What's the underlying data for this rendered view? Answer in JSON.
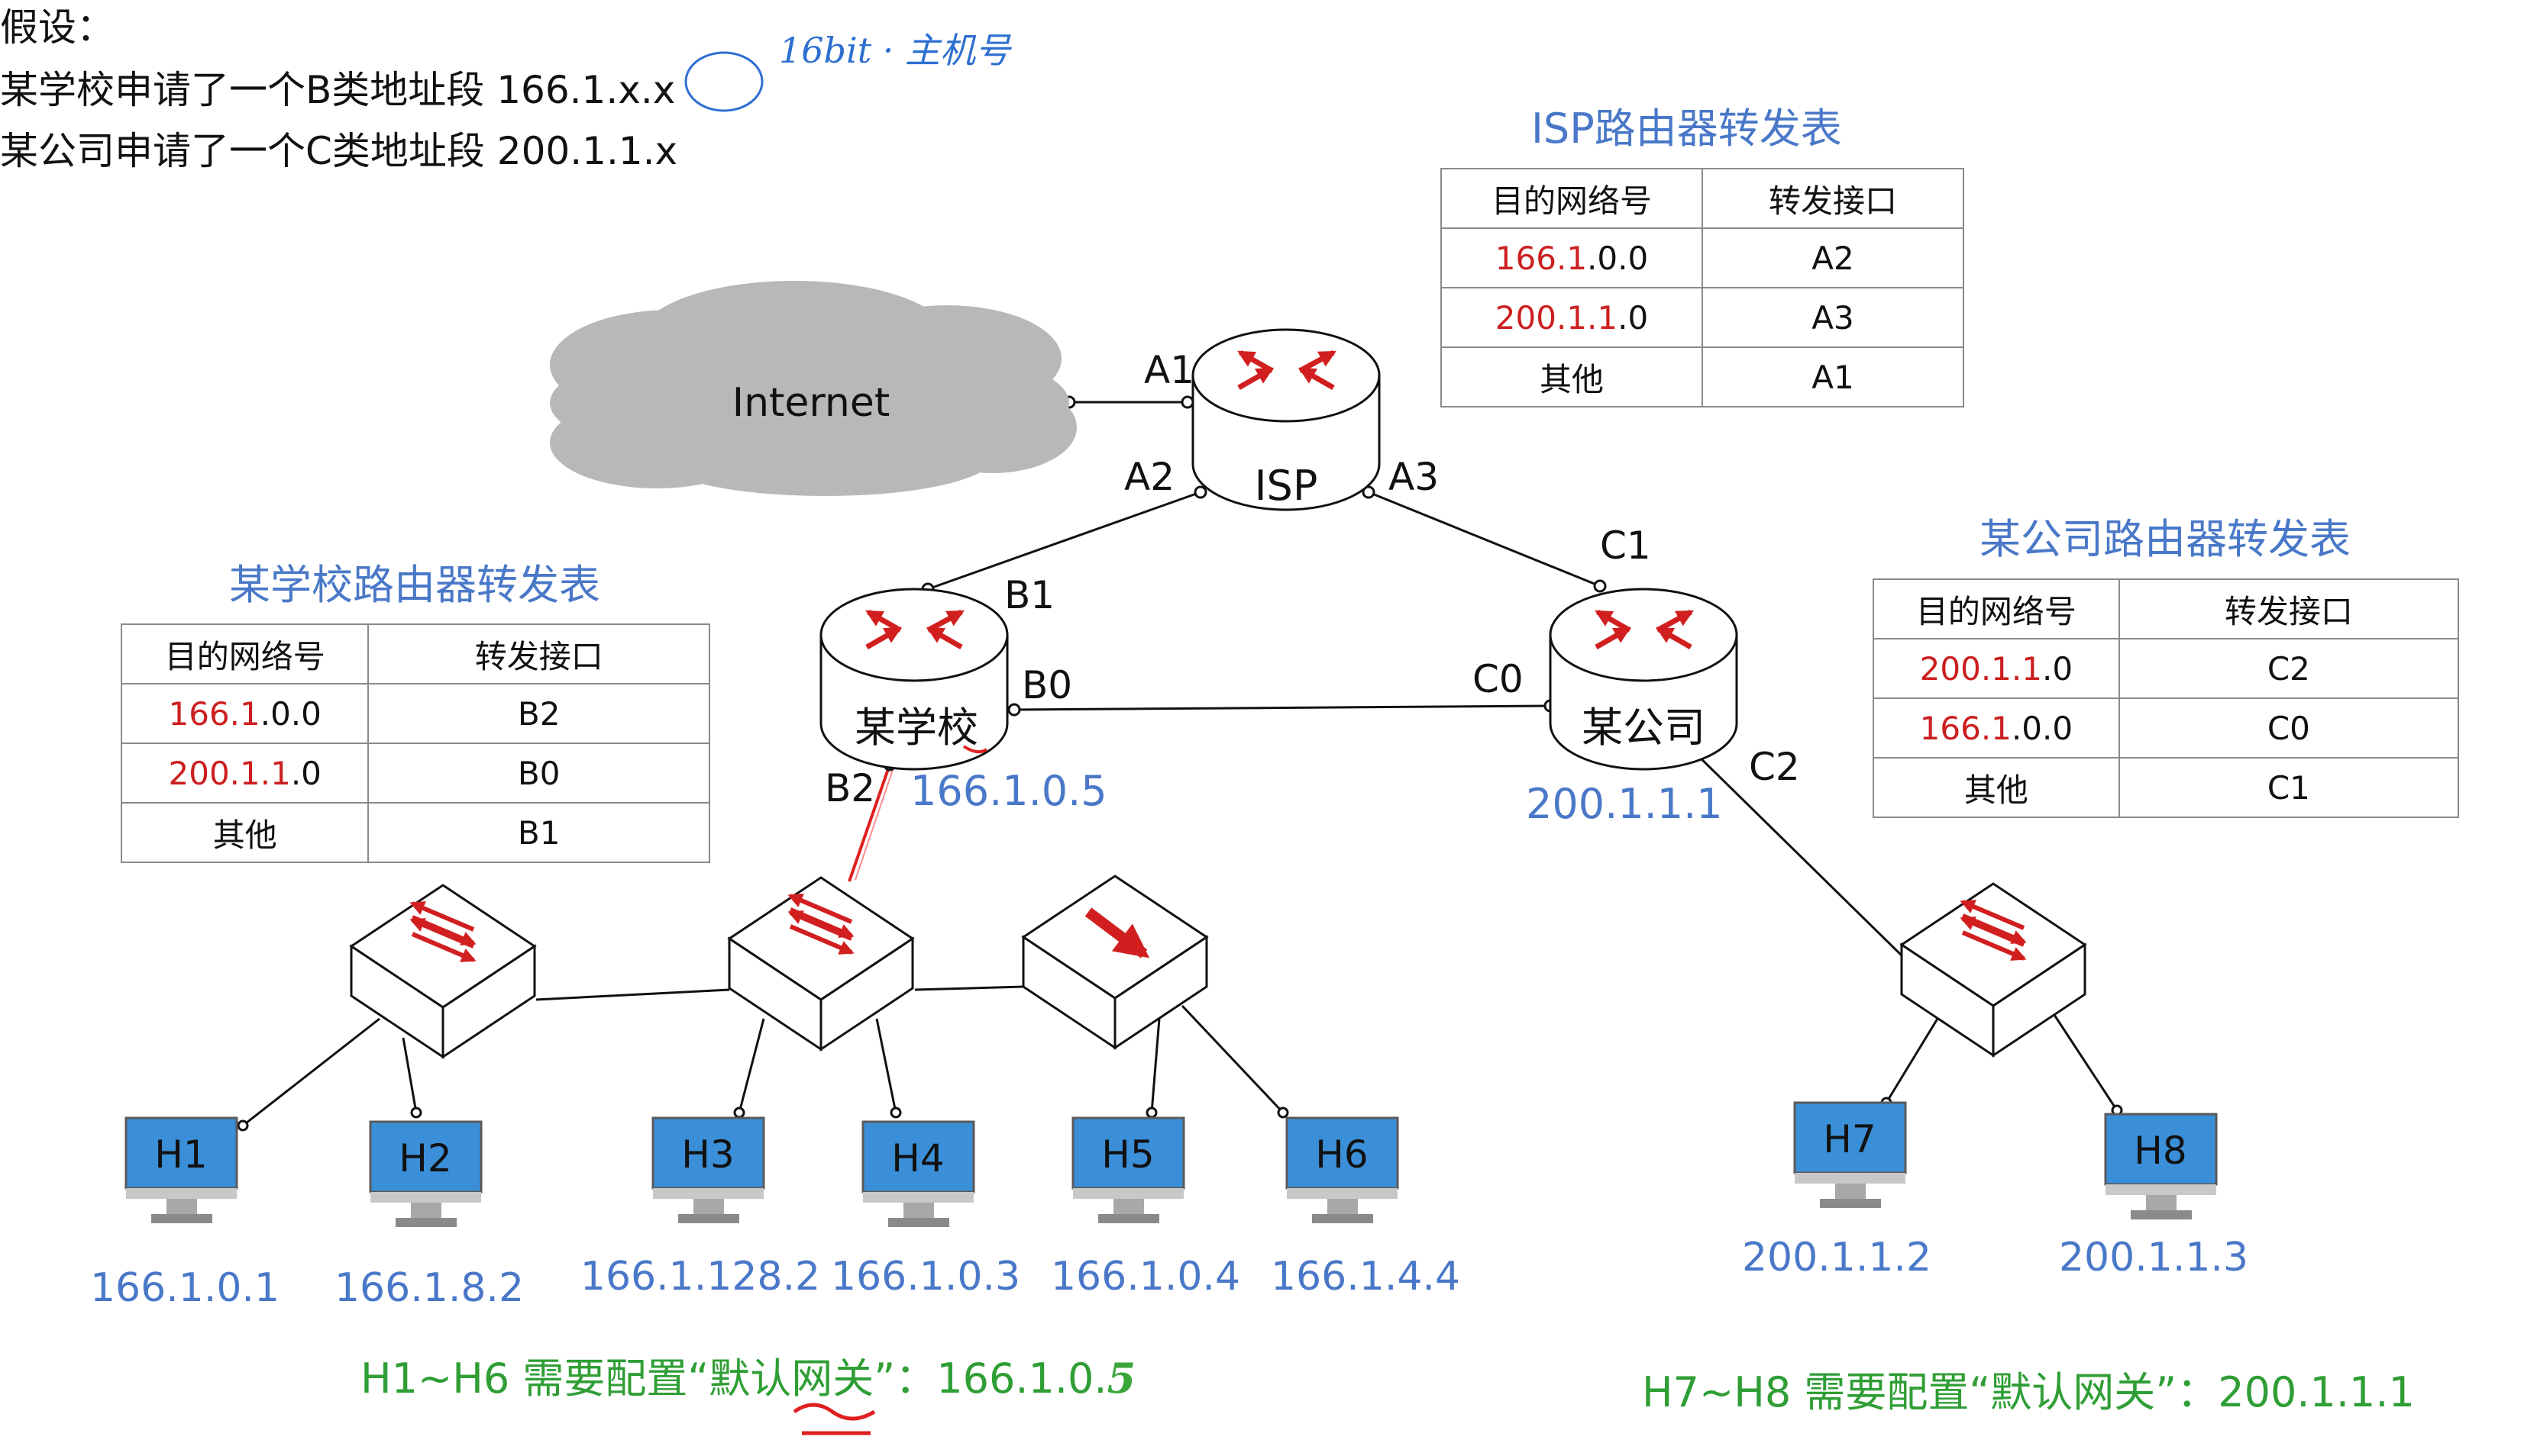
{
  "intro": {
    "heading": "假设：",
    "line_school": "某学校申请了一个B类地址段 166.1.x.x",
    "line_company": "某公司申请了一个C类地址段 200.1.1.x",
    "handwritten_annotation": "16bit · 主机号"
  },
  "tables": {
    "isp": {
      "title": "ISP路由器转发表",
      "headers": [
        "目的网络号",
        "转发接口"
      ],
      "rows": [
        {
          "net_red": "166.1",
          "net_black": ".0.0",
          "iface": "A2"
        },
        {
          "net_red": "200.1.1",
          "net_black": ".0",
          "iface": "A3"
        },
        {
          "net_red": "",
          "net_black": "其他",
          "iface": "A1"
        }
      ]
    },
    "school": {
      "title": "某学校路由器转发表",
      "headers": [
        "目的网络号",
        "转发接口"
      ],
      "rows": [
        {
          "net_red": "166.1",
          "net_black": ".0.0",
          "iface": "B2"
        },
        {
          "net_red": "200.1.1",
          "net_black": ".0",
          "iface": "B0"
        },
        {
          "net_red": "",
          "net_black": "其他",
          "iface": "B1"
        }
      ]
    },
    "company": {
      "title": "某公司路由器转发表",
      "headers": [
        "目的网络号",
        "转发接口"
      ],
      "rows": [
        {
          "net_red": "200.1.1",
          "net_black": ".0",
          "iface": "C2"
        },
        {
          "net_red": "166.1",
          "net_black": ".0.0",
          "iface": "C0"
        },
        {
          "net_red": "",
          "net_black": "其他",
          "iface": "C1"
        }
      ]
    }
  },
  "network": {
    "cloud_label": "Internet",
    "routers": {
      "isp": "ISP",
      "school": "某学校",
      "company": "某公司"
    },
    "interfaces": {
      "A1": "A1",
      "A2": "A2",
      "A3": "A3",
      "B0": "B0",
      "B1": "B1",
      "B2": "B2",
      "C0": "C0",
      "C1": "C1",
      "C2": "C2"
    },
    "gateway_school": "166.1.0.5",
    "gateway_company": "200.1.1.1",
    "hosts": [
      {
        "name": "H1",
        "ip": "166.1.0.1"
      },
      {
        "name": "H2",
        "ip": "166.1.8.2"
      },
      {
        "name": "H3",
        "ip": "166.1.128.2"
      },
      {
        "name": "H4",
        "ip": "166.1.0.3"
      },
      {
        "name": "H5",
        "ip": "166.1.0.4"
      },
      {
        "name": "H6",
        "ip": "166.1.4.4"
      },
      {
        "name": "H7",
        "ip": "200.1.1.2"
      },
      {
        "name": "H8",
        "ip": "200.1.1.3"
      }
    ]
  },
  "notes": {
    "school_gateway": "H1~H6 需要配置“默认网关”：166.1.0.",
    "school_gateway_handwritten_digit": "5",
    "company_gateway": "H7~H8 需要配置“默认网关”：200.1.1.1"
  },
  "colors": {
    "title_blue": "#4a78c8",
    "ip_blue": "#4a78c8",
    "table_red": "#cc1f1f",
    "note_green": "#2f9e35",
    "router_arrow_red": "#d11f1f",
    "host_screen_blue": "#3b8fd8",
    "cloud_gray": "#b8b8b8"
  }
}
